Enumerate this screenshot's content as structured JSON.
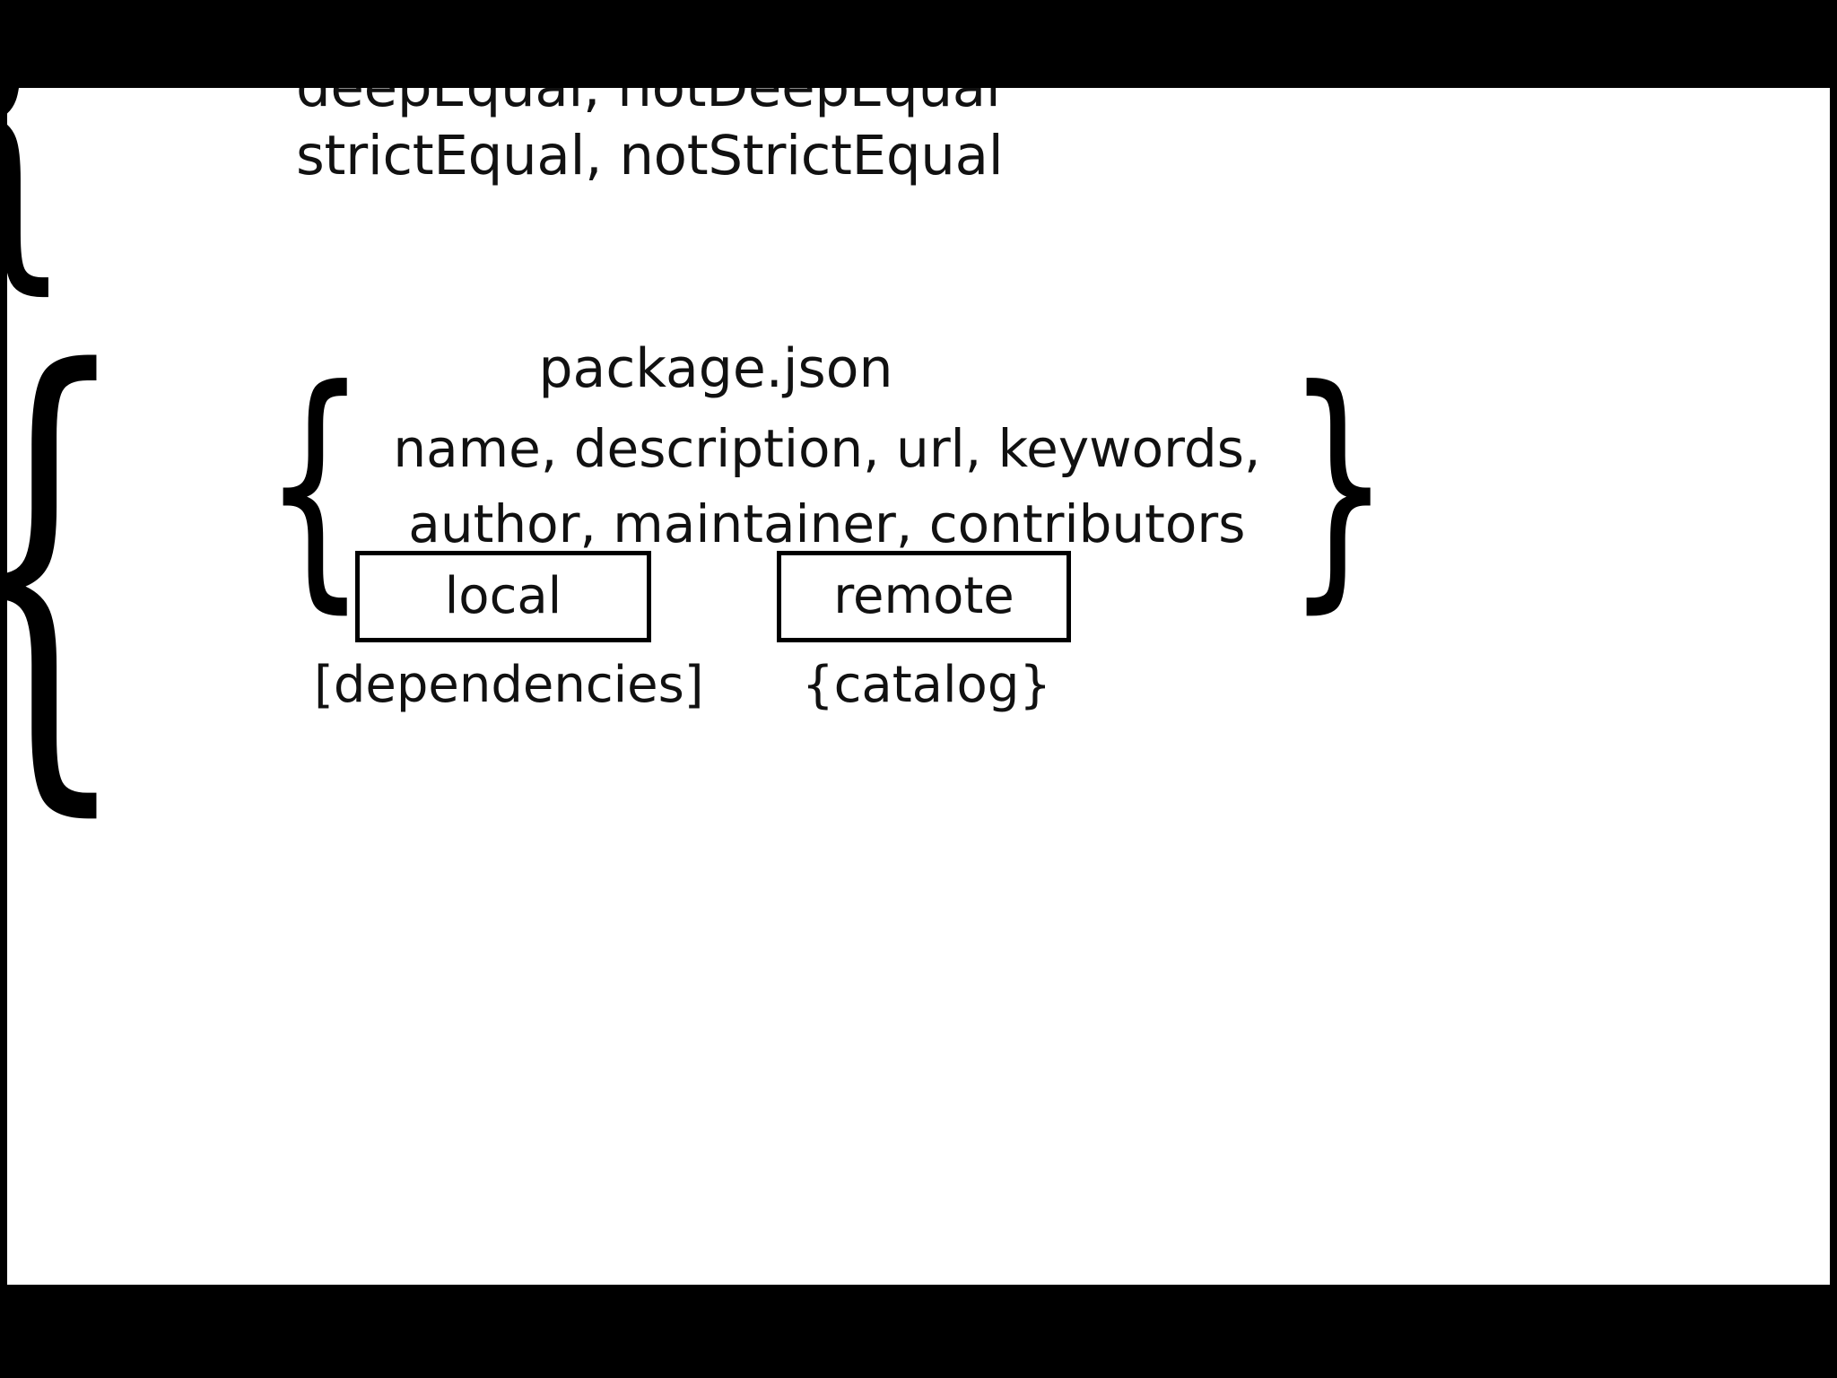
{
  "slide": {
    "background_color": "#ffffff",
    "letterbox_color": "#000000",
    "text_color": "#111111"
  },
  "top_block": {
    "clipped_line": "deepEqual, notDeepEqual",
    "visible_line": "strictEqual, notStrictEqual"
  },
  "outer_brace": {
    "open": "{",
    "open_upper": "{"
  },
  "package_section": {
    "title": "package.json",
    "open_brace": "{",
    "close_brace": "}",
    "fields_line_1": "name, description, url, keywords,",
    "fields_line_2": "author, maintainer, contributors"
  },
  "boxes": [
    {
      "label": "local",
      "caption": "[dependencies]"
    },
    {
      "label": "remote",
      "caption": "{catalog}"
    }
  ]
}
